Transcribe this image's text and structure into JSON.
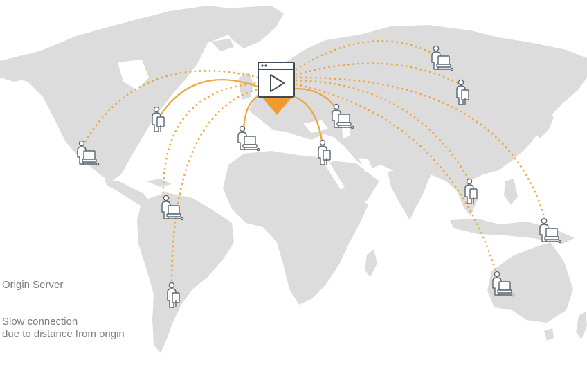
{
  "colors": {
    "land": "#dcdcdc",
    "arc": "#f0a53e",
    "icon_stroke": "#5b6670",
    "marker": "#f29a2e",
    "text": "#7b7f83"
  },
  "legend": {
    "origin_server": "Origin Server",
    "slow_line1": "Slow connection",
    "slow_line2": "due to distance from origin"
  },
  "server": {
    "icon": "play-video-window-icon"
  },
  "users": [
    {
      "name": "user-eastern-us",
      "device": "tablet"
    },
    {
      "name": "user-western-us",
      "device": "laptop"
    },
    {
      "name": "user-spain",
      "device": "laptop"
    },
    {
      "name": "user-eastern-europe",
      "device": "laptop"
    },
    {
      "name": "user-turkey",
      "device": "tablet"
    },
    {
      "name": "user-russia-east",
      "device": "laptop"
    },
    {
      "name": "user-russia-northeast",
      "device": "tablet"
    },
    {
      "name": "user-colombia",
      "device": "laptop"
    },
    {
      "name": "user-argentina",
      "device": "tablet"
    },
    {
      "name": "user-southeast-asia",
      "device": "tablet"
    },
    {
      "name": "user-indonesia",
      "device": "laptop"
    },
    {
      "name": "user-australia",
      "device": "laptop"
    }
  ]
}
